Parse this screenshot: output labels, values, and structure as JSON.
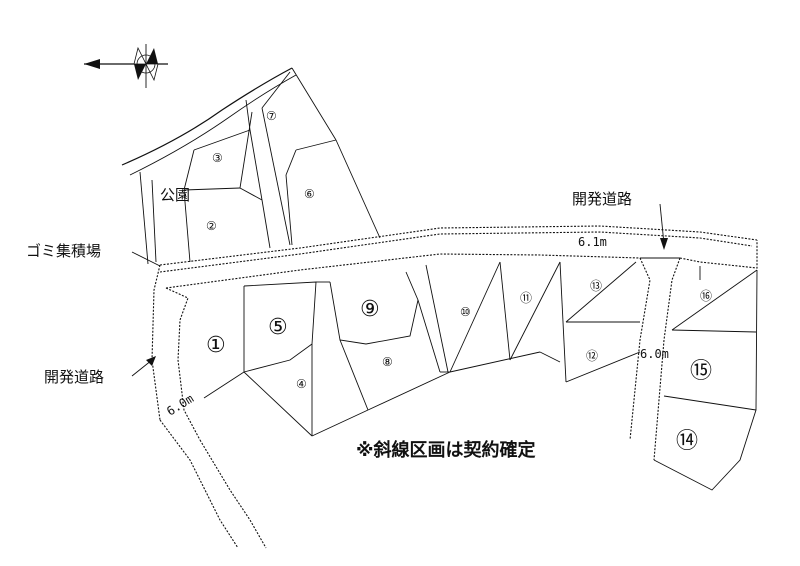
{
  "labels": {
    "park": "公園",
    "garbage": "ゴミ集積場",
    "dev_road_top": "開発道路",
    "dev_road_left": "開発道路",
    "width_top": "6.1m",
    "width_right": "6.0m",
    "width_left": "6.0m",
    "note": "※斜線区画は契約確定"
  },
  "lots": [
    {
      "id": "lot-1",
      "text": "①",
      "size": "big"
    },
    {
      "id": "lot-2",
      "text": "②",
      "size": "small"
    },
    {
      "id": "lot-3",
      "text": "③",
      "size": "small"
    },
    {
      "id": "lot-4",
      "text": "④",
      "size": "small"
    },
    {
      "id": "lot-5",
      "text": "⑤",
      "size": "big"
    },
    {
      "id": "lot-6",
      "text": "⑥",
      "size": "small"
    },
    {
      "id": "lot-7",
      "text": "⑦",
      "size": "small"
    },
    {
      "id": "lot-8",
      "text": "⑧",
      "size": "small"
    },
    {
      "id": "lot-9",
      "text": "⑨",
      "size": "big"
    },
    {
      "id": "lot-10",
      "text": "⑩",
      "size": "small"
    },
    {
      "id": "lot-11",
      "text": "⑪",
      "size": "small"
    },
    {
      "id": "lot-12",
      "text": "⑫",
      "size": "small"
    },
    {
      "id": "lot-13",
      "text": "⑬",
      "size": "small"
    },
    {
      "id": "lot-14",
      "text": "⑭",
      "size": "big"
    },
    {
      "id": "lot-15",
      "text": "⑮",
      "size": "big"
    },
    {
      "id": "lot-16",
      "text": "⑯",
      "size": "small"
    }
  ],
  "compass": {
    "icon": "north-arrow-compass-icon",
    "direction": "west-pointing arrow"
  }
}
